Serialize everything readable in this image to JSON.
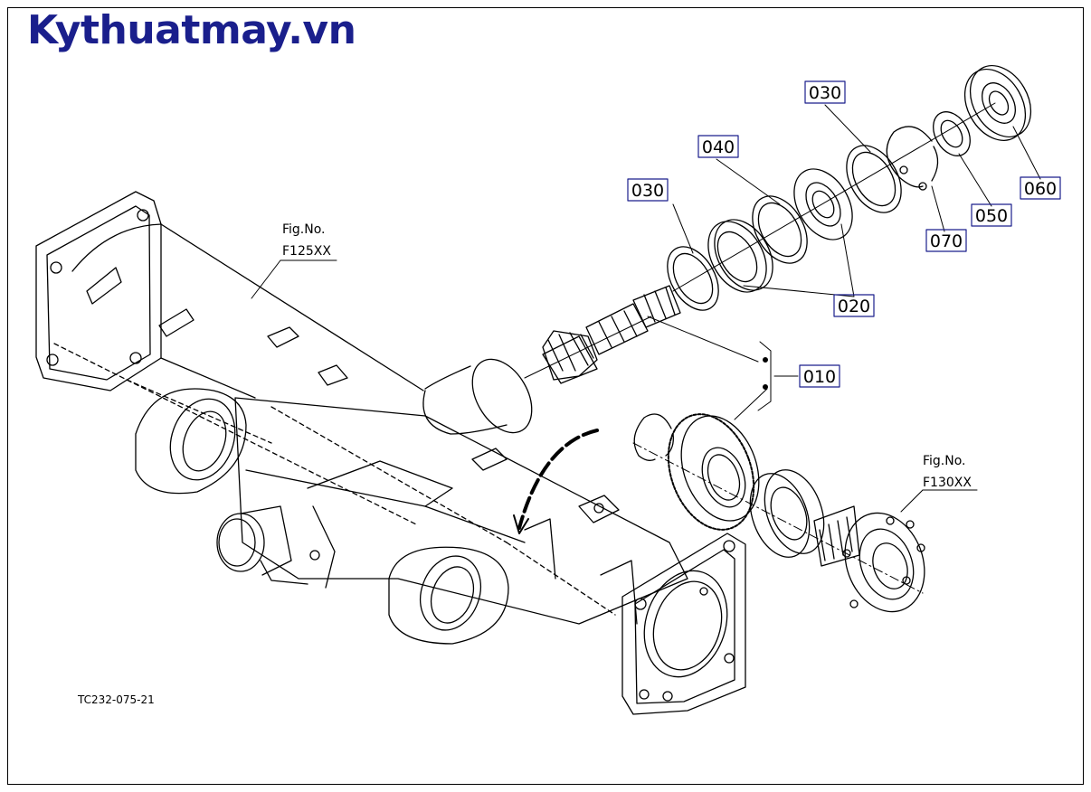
{
  "brand": {
    "text": "Kythuatmay.vn",
    "color": "#1a1f8c"
  },
  "colors": {
    "label_box": "#1a1f8c",
    "line": "#000000"
  },
  "parts": [
    {
      "id": "030",
      "label": "030"
    },
    {
      "id": "040",
      "label": "040"
    },
    {
      "id": "030b",
      "label": "030"
    },
    {
      "id": "060",
      "label": "060"
    },
    {
      "id": "050",
      "label": "050"
    },
    {
      "id": "070",
      "label": "070"
    },
    {
      "id": "020",
      "label": "020"
    },
    {
      "id": "010",
      "label": "010"
    }
  ],
  "fig_refs": [
    {
      "line1": "Fig.No.",
      "line2": "F125XX"
    },
    {
      "line1": "Fig.No.",
      "line2": "F130XX"
    }
  ],
  "drawing_code": "TC232-075-21"
}
